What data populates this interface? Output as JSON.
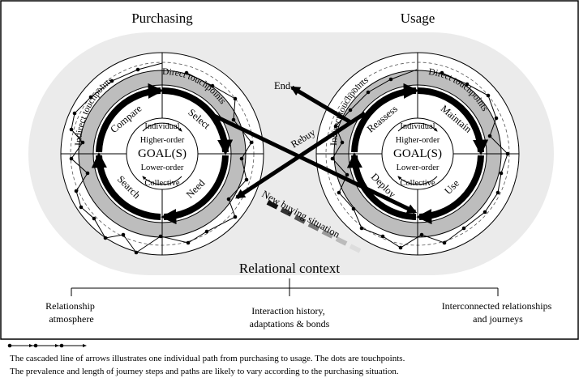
{
  "titles": {
    "left": "Purchasing",
    "right": "Usage"
  },
  "rings": {
    "indirect": "Indirect touchpoints",
    "direct": "Direct touchpoints"
  },
  "stages": {
    "purchasing": [
      "Compare",
      "Select",
      "Need",
      "Search"
    ],
    "usage": [
      "Reassess",
      "Maintain",
      "Use",
      "Deploy"
    ]
  },
  "inner": {
    "individual": "Individual",
    "higher": "Higher-order",
    "goal": "GOAL(S)",
    "lower": "Lower-order",
    "collective": "Collective"
  },
  "arrows": {
    "end": "End",
    "rebuy": "Rebuy",
    "new_situation": "New buying situation"
  },
  "context": {
    "title": "Relational context",
    "items": [
      [
        "Relationship",
        "atmosphere"
      ],
      [
        "Interaction history,",
        "adaptations & bonds"
      ],
      [
        "Interconnected relationships",
        "and journeys"
      ]
    ]
  },
  "caption": [
    "The cascaded line of arrows illustrates one individual path from purchasing to usage. The dots are touchpoints.",
    "The prevalence and length of journey steps and paths are likely to vary according to the purchasing situation."
  ],
  "colors": {
    "background_band": "#ebebeb",
    "direct_ring": "#bdbdbd",
    "line": "#000000"
  }
}
